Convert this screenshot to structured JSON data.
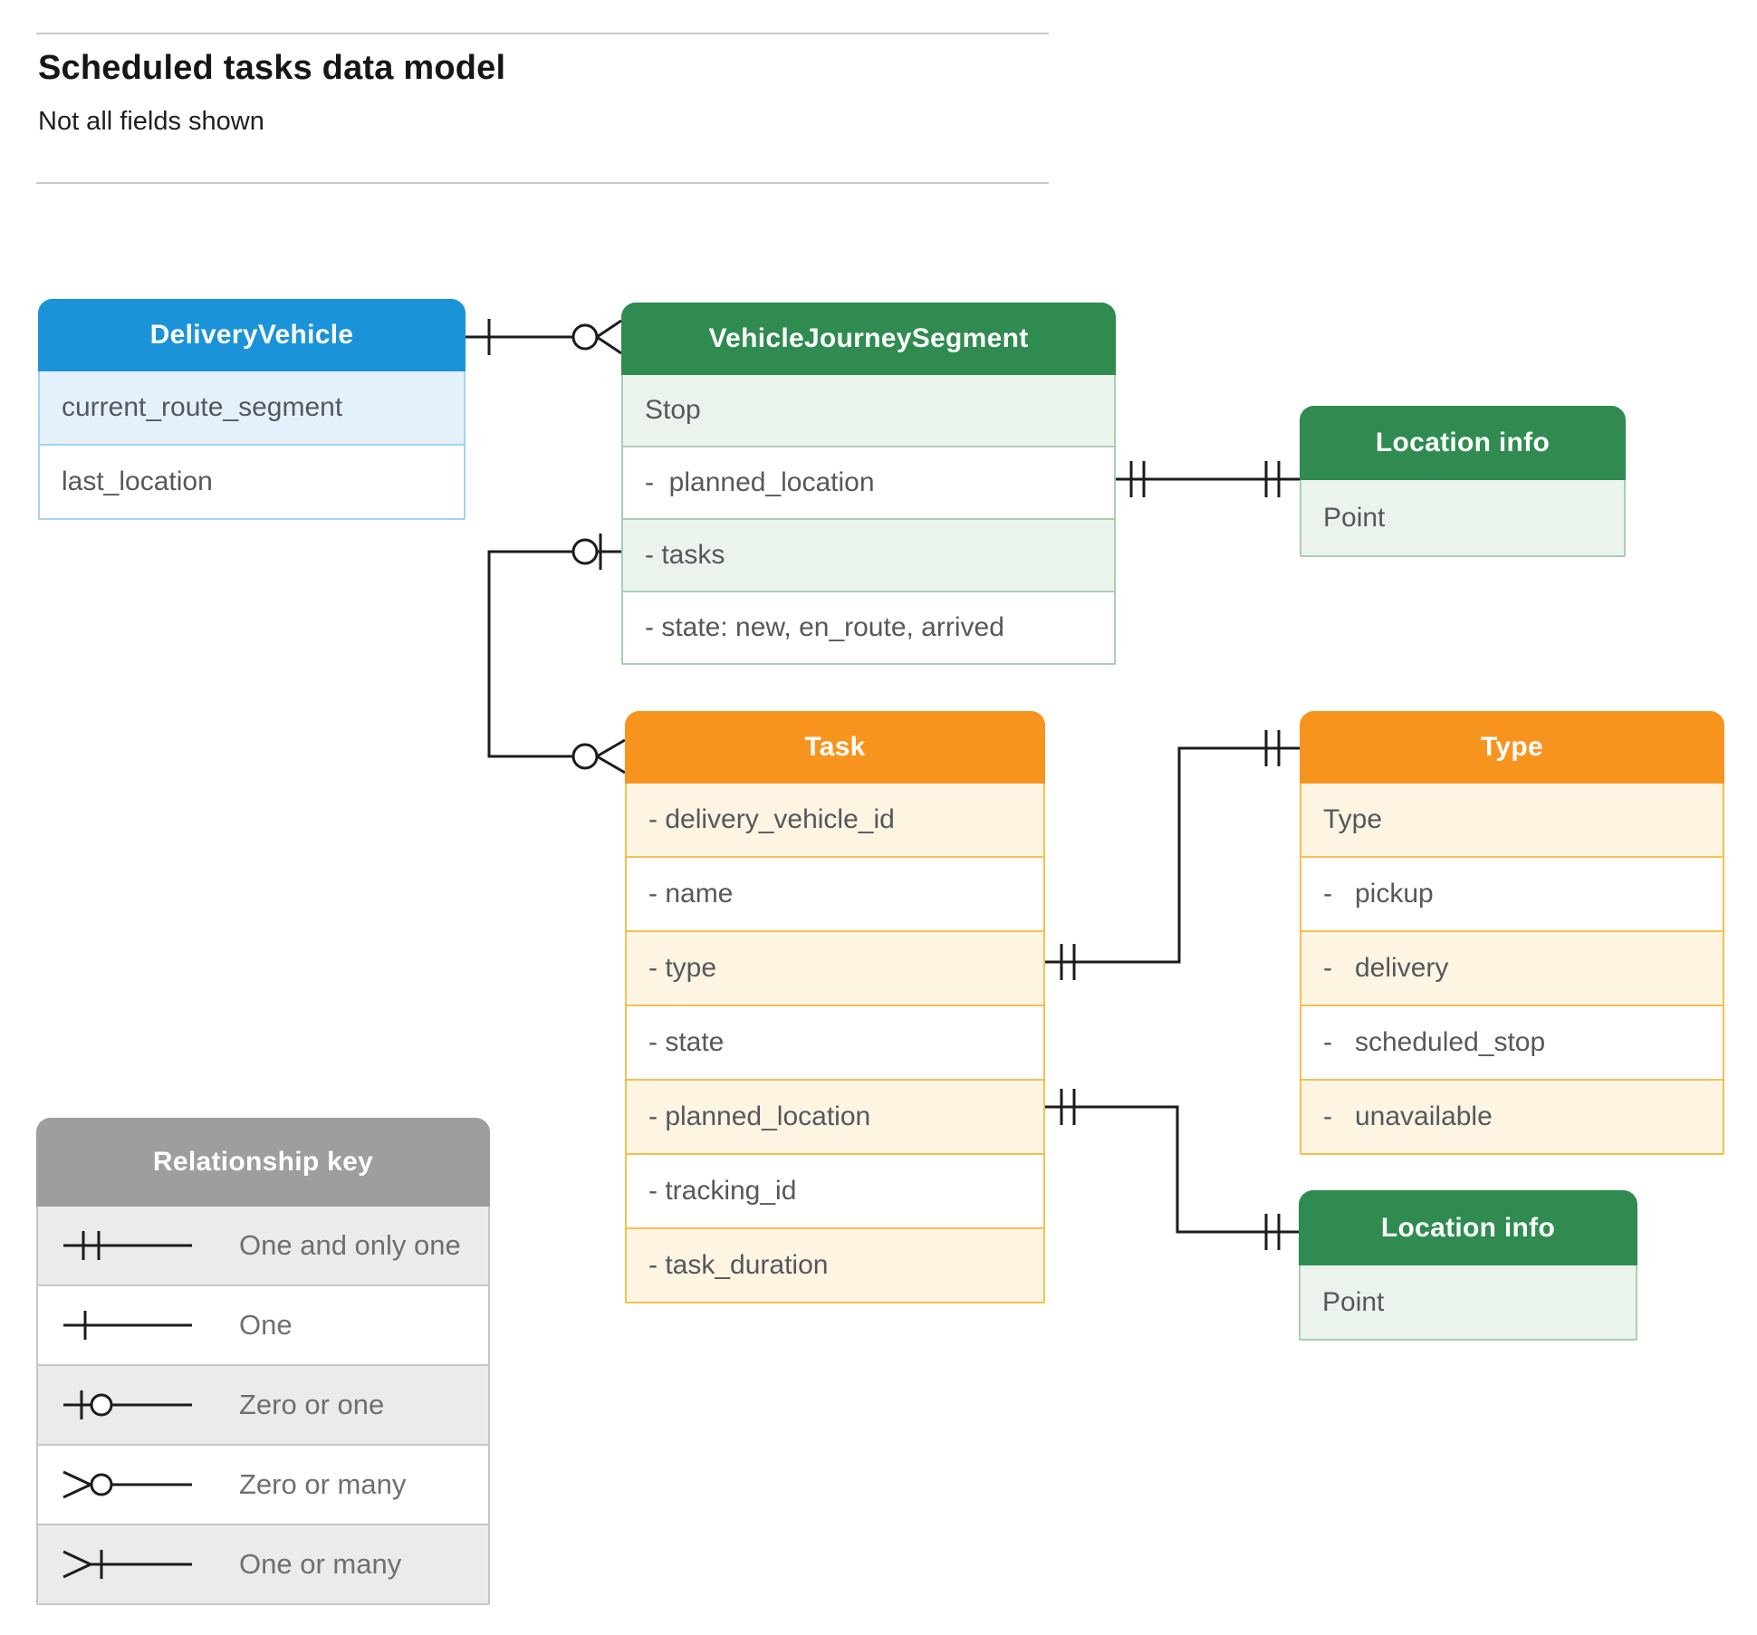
{
  "page": {
    "title": "Scheduled tasks data model",
    "subtitle": "Not all fields shown"
  },
  "entities": {
    "delivery_vehicle": {
      "title": "DeliveryVehicle",
      "fields": [
        "current_route_segment",
        "last_location"
      ]
    },
    "vehicle_journey_segment": {
      "title": "VehicleJourneySegment",
      "fields": [
        "Stop",
        "-  planned_location",
        "- tasks",
        "- state: new, en_route, arrived"
      ]
    },
    "location_info_top": {
      "title": "Location info",
      "fields": [
        "Point"
      ]
    },
    "task": {
      "title": "Task",
      "fields": [
        "- delivery_vehicle_id",
        "- name",
        "- type",
        "- state",
        "- planned_location",
        "- tracking_id",
        "- task_duration"
      ]
    },
    "type": {
      "title": "Type",
      "fields": [
        "Type",
        "-   pickup",
        "-   delivery",
        "-   scheduled_stop",
        "-   unavailable"
      ]
    },
    "location_info_bottom": {
      "title": "Location info",
      "fields": [
        "Point"
      ]
    }
  },
  "legend": {
    "title": "Relationship key",
    "items": [
      {
        "icon": "one-and-only-one-icon",
        "label": "One and only one"
      },
      {
        "icon": "one-icon",
        "label": "One"
      },
      {
        "icon": "zero-or-one-icon",
        "label": "Zero or one"
      },
      {
        "icon": "zero-or-many-icon",
        "label": "Zero or many"
      },
      {
        "icon": "one-or-many-icon",
        "label": "One or many"
      }
    ]
  },
  "connections": [
    {
      "from": "DeliveryVehicle",
      "to": "VehicleJourneySegment",
      "from_cardinality": "one",
      "to_cardinality": "zero or many"
    },
    {
      "from": "VehicleJourneySegment.tasks",
      "to": "Task",
      "from_cardinality": "zero or one",
      "to_cardinality": "zero or many"
    },
    {
      "from": "VehicleJourneySegment.planned_location",
      "to": "Location info",
      "from_cardinality": "one and only one",
      "to_cardinality": "one and only one"
    },
    {
      "from": "Task.type",
      "to": "Type",
      "from_cardinality": "one and only one",
      "to_cardinality": "one and only one"
    },
    {
      "from": "Task.planned_location",
      "to": "Location info",
      "from_cardinality": "one and only one",
      "to_cardinality": "one and only one"
    }
  ],
  "colors": {
    "blue_header": "#1a93d8",
    "green_header": "#2f8b50",
    "orange_header": "#f7941e",
    "gray_header": "#9e9e9e",
    "connector_line": "#1c1c1c"
  }
}
